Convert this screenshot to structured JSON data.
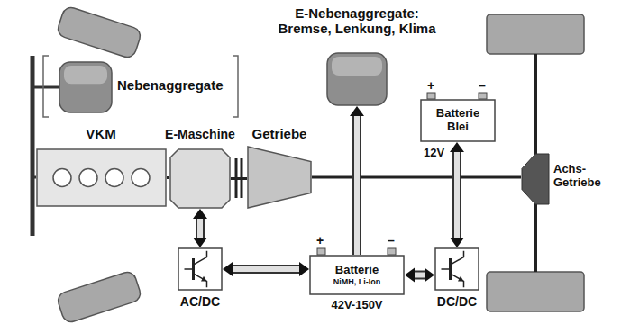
{
  "diagram": {
    "nodes": [
      {
        "text": [
          "Nebenaggregate"
        ]
      },
      {
        "text": [
          "VKM"
        ]
      },
      {
        "text": [
          "E-Maschine"
        ]
      },
      {
        "text": [
          "Getriebe"
        ]
      },
      {
        "text": [
          "E-Nebenaggregate: Bremse, Lenkung, Klima"
        ]
      },
      {
        "text": [
          "Batterie Blei"
        ]
      },
      {
        "text": [
          "Achs- Getriebe"
        ]
      },
      {
        "text": [
          "AC/DC"
        ]
      },
      {
        "text": [
          "Batterie",
          "NiMH, Li-Ion"
        ]
      },
      {
        "text": [
          "DC/DC"
        ]
      }
    ],
    "edges": [
      {
        "from": 1,
        "to": 2,
        "arrow": "none"
      },
      {
        "from": 2,
        "to": 3,
        "arrow": "none"
      },
      {
        "from": 3,
        "to": 6,
        "arrow": "none"
      },
      {
        "from": 2,
        "to": 7,
        "arrow": "both"
      },
      {
        "from": 7,
        "to": 8,
        "arrow": "both"
      },
      {
        "from": 8,
        "to": 9,
        "arrow": "both"
      },
      {
        "from": 9,
        "to": 5,
        "arrow": "both"
      },
      {
        "from": 8,
        "to": 4,
        "arrow": "to"
      }
    ],
    "labels": [
      "+",
      "–",
      "12V",
      "+",
      "–",
      "42V-150V"
    ]
  }
}
